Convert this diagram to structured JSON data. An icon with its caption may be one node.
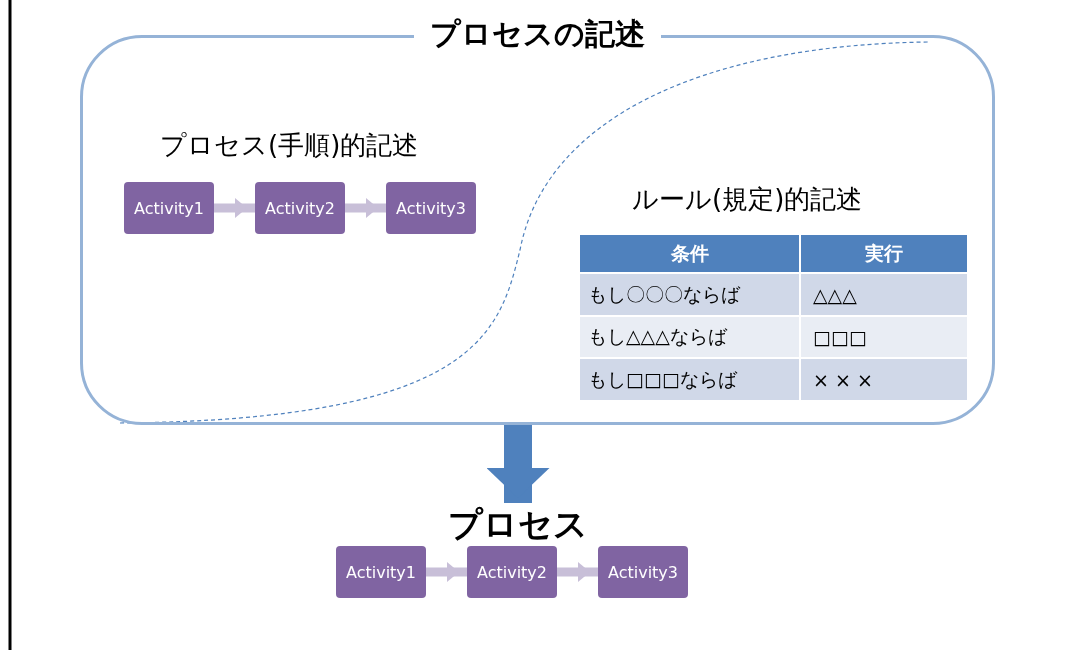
{
  "diagram": {
    "nodes": [
      {
        "text": [
          "プロセスの記述"
        ]
      },
      {
        "text": [
          "Activity1"
        ],
        "in": 0
      },
      {
        "text": [
          "Activity2"
        ],
        "in": 0
      },
      {
        "text": [
          "Activity3"
        ],
        "in": 0
      },
      {
        "text": [
          "プロセス"
        ]
      },
      {
        "text": [
          "Activity1"
        ]
      },
      {
        "text": [
          "Activity2"
        ]
      },
      {
        "text": [
          "Activity3"
        ]
      }
    ],
    "edges": [
      {
        "from": 1,
        "to": 2,
        "arrow": "to"
      },
      {
        "from": 2,
        "to": 3,
        "arrow": "to"
      },
      {
        "from": 0,
        "to": 4,
        "arrow": "to",
        "style": "thick",
        "color": "#4f81bd"
      },
      {
        "from": 5,
        "to": 6,
        "arrow": "to"
      },
      {
        "from": 6,
        "to": 7,
        "arrow": "to"
      }
    ],
    "labels": [
      "プロセス(手順)的記述",
      "ルール(規定)的記述",
      "条件",
      "実行",
      "もし〇〇〇ならば",
      "△△△",
      "もし△△△ならば",
      "□□□",
      "もし□□□ならば",
      "× × ×"
    ]
  }
}
